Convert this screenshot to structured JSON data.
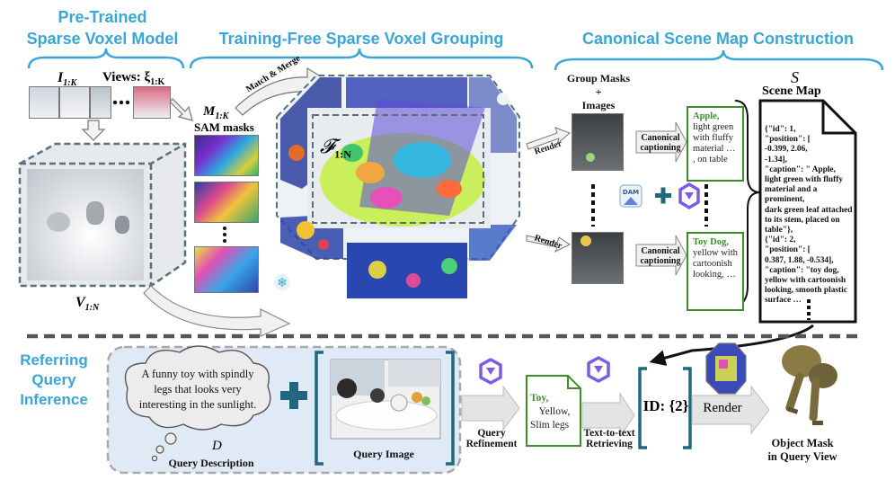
{
  "headers": {
    "pretrained_l1": "Pre-Trained",
    "pretrained_l2": "Sparse Voxel Model",
    "grouping": "Training-Free Sparse Voxel Grouping",
    "canonical": "Canonical Scene Map Construction",
    "referring_l1": "Referring",
    "referring_l2": "Query",
    "referring_l3": "Inference"
  },
  "top": {
    "images_label": "I",
    "images_sub": "1:K",
    "views_label": "Views: ξ",
    "views_sub": "1:K",
    "voxel_label": "V",
    "voxel_sub": "1:N",
    "masks_label": "M",
    "masks_sub": "1:K",
    "sam_masks": "SAM masks",
    "match_merge": "Match & Merge",
    "feature_label": "𝓕",
    "feature_sub": "1:N",
    "group_masks_l1": "Group Masks",
    "group_masks_l2": "+",
    "group_masks_l3": "Images",
    "render": "Render",
    "render2": "Render",
    "canon_cap_l1": "Canonical",
    "canon_cap_l2": "captioning",
    "canon_cap2_l1": "Canonical",
    "canon_cap2_l2": "captioning",
    "dam": "DAM",
    "s_symbol": "S",
    "scene_map": "Scene Map",
    "apple_title": "Apple,",
    "apple_body": "light green with fluffy material … , on table",
    "toy_title": "Toy Dog,",
    "toy_body": "yellow with cartoonish looking, …",
    "scene_map_text": "{\"id\": 1,\n\"position\": [\n-0.399, 2.06,\n-1.34],\n\"caption\": \" Apple,\nlight green with fluffy\nmaterial and a prominent,\ndark green leaf attached\nto its stem, placed on\ntable\"},\n{\"id\": 2,\n\"position\": [\n0.387, 1.88, -0.534],\n\"caption\": \"toy dog,\nyellow with cartoonish\nlooking, smooth plastic\nsurface …"
  },
  "bottom": {
    "query_text": "A funny toy with spindly legs that looks very interesting in the sunlight.",
    "d_symbol": "D",
    "query_description": "Query Description",
    "query_image": "Query Image",
    "query_refinement_l1": "Query",
    "query_refinement_l2": "Refinement",
    "refined_title": "Toy,",
    "refined_l2": "Yellow,",
    "refined_l3": "Slim legs",
    "ttt_l1": "Text-to-text",
    "ttt_l2": "Retrieving",
    "id_result": "ID: {2}",
    "render": "Render",
    "object_mask_l1": "Object Mask",
    "object_mask_l2": "in Query View"
  },
  "colors": {
    "header_blue": "#3aa6d6",
    "teal_plus": "#20687e",
    "doc_green": "#3b8f2a",
    "llm_purple": "#7b5ce8",
    "query_panel": "#dfeaf6"
  }
}
